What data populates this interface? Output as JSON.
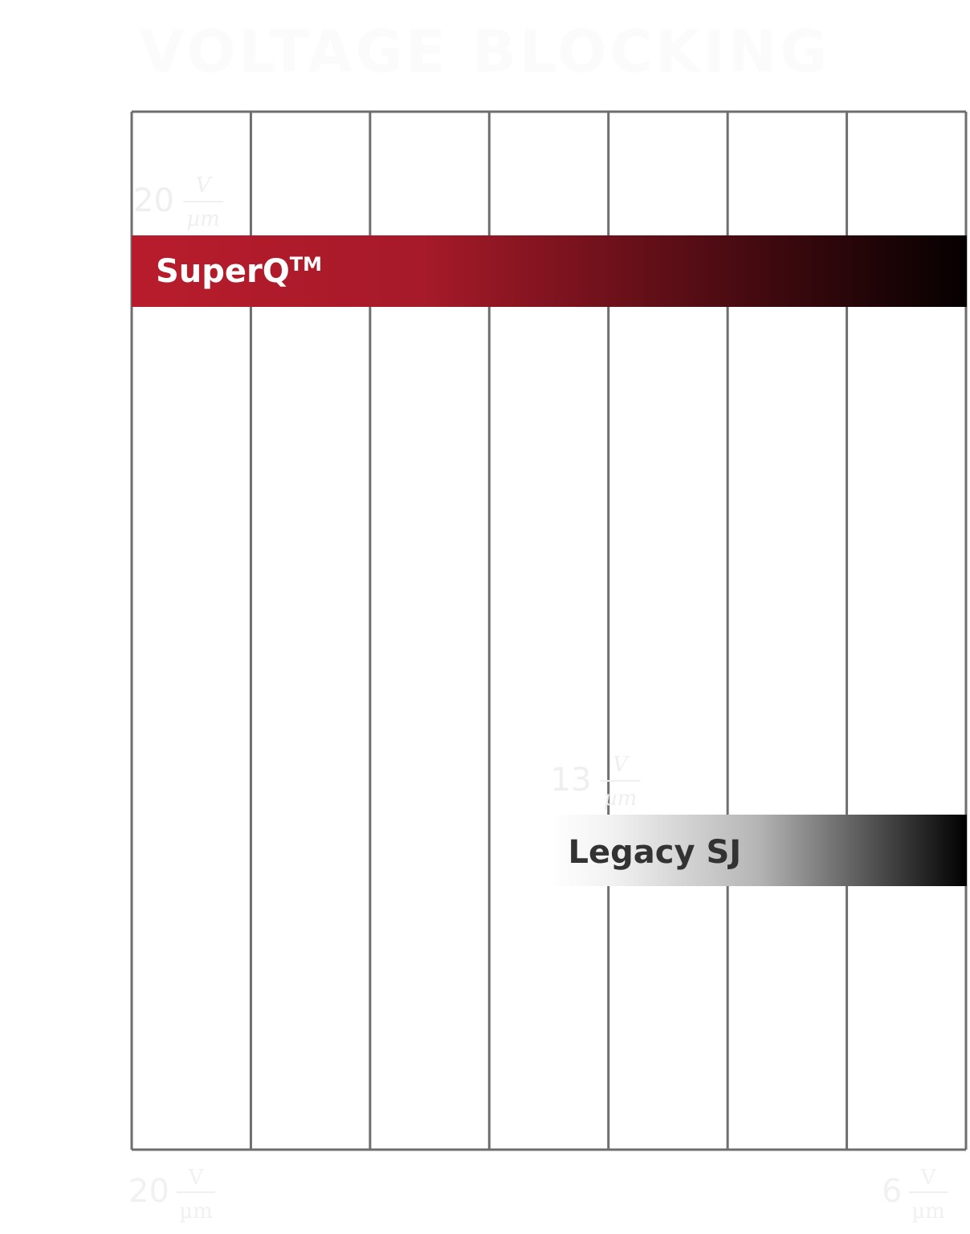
{
  "chart_data": {
    "type": "bar",
    "orientation": "horizontal",
    "title": "VOLTAGE BLOCKING",
    "unit_numerator": "V",
    "unit_denominator": "µm",
    "xlim": [
      20,
      6
    ],
    "x_ticks": [
      {
        "value": 20,
        "label": "20"
      },
      {
        "value": 6,
        "label": "6"
      }
    ],
    "series": [
      {
        "name": "SuperQ",
        "trademark": "TM",
        "value": 20,
        "value_label": "20",
        "color_start": "#b81c2c",
        "color_end": "#000000"
      },
      {
        "name": "Legacy SJ",
        "value": 13,
        "value_label": "13",
        "color_start": "#ffffff",
        "color_end": "#000000"
      }
    ],
    "grid": true
  }
}
